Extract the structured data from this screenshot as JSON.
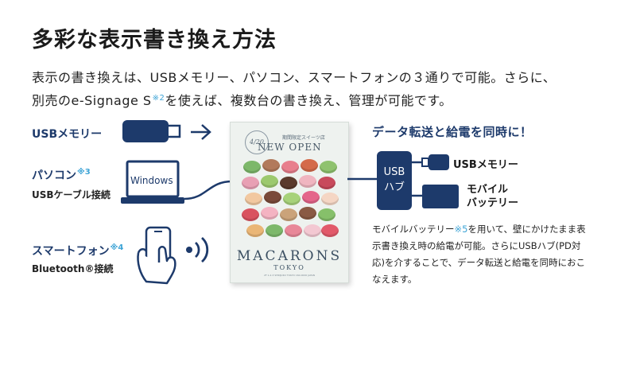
{
  "title": "多彩な表示書き換え方法",
  "lead": {
    "line1": "表示の書き換えは、USBメモリー、パソコン、スマートフォンの３通りで可能。さらに、",
    "line2_before": "別売のe-Signage S",
    "line2_mark": "※2",
    "line2_after": "を使えば、複数台の書き換え、管理が可能です。"
  },
  "methods": {
    "usb": {
      "label": "USBメモリー"
    },
    "pc": {
      "label": "パソコン",
      "mark": "※3",
      "sub": "USBケーブル接続",
      "screen_text": "Windows"
    },
    "phone": {
      "label": "スマートフォン",
      "mark": "※4",
      "sub": "Bluetooth®接続"
    }
  },
  "poster": {
    "badge": "4/20",
    "small_top": "期間限定スイーツ店",
    "headline": "NEW OPEN",
    "brand": "MACARONS",
    "city": "TOKYO",
    "fine_print": "2F 1-2-3 SHINJUKU TOKYO 160-0000 JAPAN"
  },
  "sync": {
    "title": "データ転送と給電を同時に！",
    "hub_line1": "USB",
    "hub_line2": "ハブ",
    "usb_label": "USBメモリー",
    "battery_line1": "モバイル",
    "battery_line2": "バッテリー"
  },
  "note": {
    "before_mark": "モバイルバッテリー",
    "mark": "※5",
    "after_mark": "を用いて、壁にかけたまま表示書き換え時の給電が可能。さらにUSBハブ(PD対応)を介することで、データ転送と給電を同時におこなえます。"
  },
  "colors": {
    "navy": "#1d3a6b",
    "accent": "#3ea4d6"
  },
  "icons": {
    "usb": "usb-stick-icon",
    "arrow": "arrow-right-icon",
    "laptop": "laptop-icon",
    "phone": "hand-phone-icon",
    "bluetooth": "wireless-signal-icon",
    "battery": "battery-icon"
  }
}
